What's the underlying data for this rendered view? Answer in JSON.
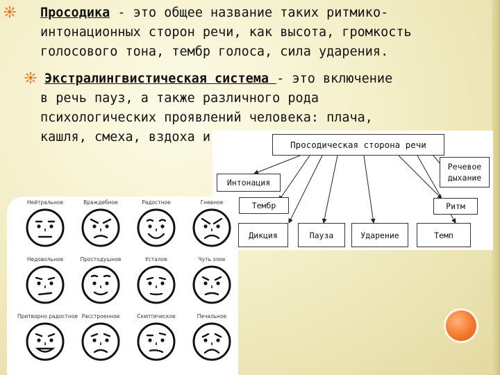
{
  "bullets": [
    {
      "term": "Просодика",
      "lines": [
        " - это общее название таких ритмико-",
        "интонационных сторон речи, как высота, громкость",
        "голосового тона, тембр голоса, сила ударения."
      ]
    },
    {
      "term": "Экстралингвистическая система ",
      "lines": [
        "- это включение",
        "в речь пауз, а также различного рода",
        "психологических проявлений человека: плача,",
        "кашля, смеха, вздоха и т.д."
      ]
    }
  ],
  "diagram": {
    "root": "Просодическая сторона речи",
    "nodes": {
      "intonation": "Интонация",
      "speech_breathing_line1": "Речевое",
      "speech_breathing_line2": "дыхание",
      "timbre": "Тембр",
      "rhythm": "Ритм",
      "diction": "Дикция",
      "pause": "Пауза",
      "stress": "Ударение",
      "tempo": "Темп"
    }
  },
  "faces": [
    {
      "label": "Нейтральное",
      "mood": "neutral"
    },
    {
      "label": "Враждебное",
      "mood": "hostile"
    },
    {
      "label": "Радостное",
      "mood": "happy"
    },
    {
      "label": "Гневное",
      "mood": "angry"
    },
    {
      "label": "Недовольное",
      "mood": "displeased"
    },
    {
      "label": "Простодушное",
      "mood": "naive"
    },
    {
      "label": "Усталое",
      "mood": "tired"
    },
    {
      "label": "Чуть злое",
      "mood": "slightly-angry"
    },
    {
      "label": "Притворно радостное",
      "mood": "fake-happy"
    },
    {
      "label": "Расстроенное",
      "mood": "upset"
    },
    {
      "label": "Скептическое",
      "mood": "skeptical"
    },
    {
      "label": "Печальное",
      "mood": "sad"
    }
  ],
  "colors": {
    "bullet": "#f07a2a",
    "accent_circle": "#f37a2c",
    "text": "#111111"
  }
}
